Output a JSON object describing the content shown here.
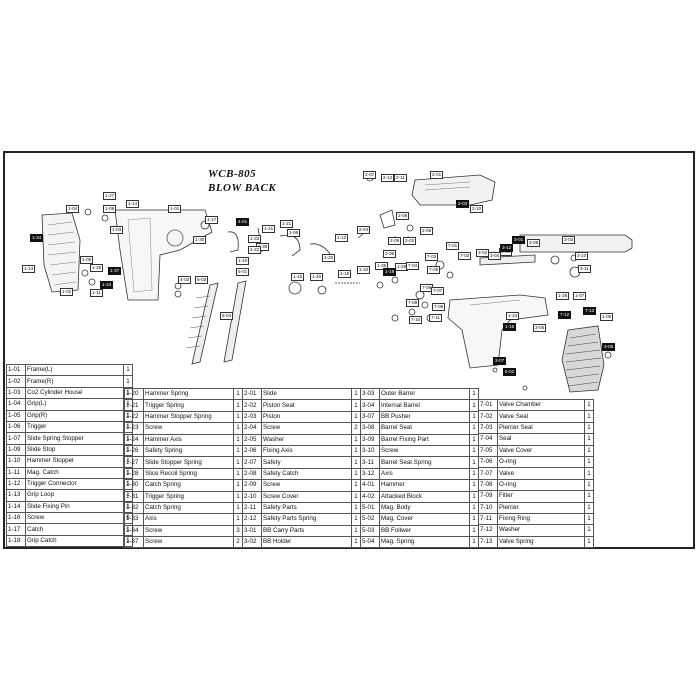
{
  "title": {
    "line1": "WCB-805",
    "line2": "BLOW BACK"
  },
  "tags": [
    {
      "t": "1-27"
    },
    {
      "t": "1-09"
    },
    {
      "t": "1-14"
    },
    {
      "t": "1-01"
    },
    {
      "t": "1-04"
    },
    {
      "t": "1-34"
    },
    {
      "t": "1-17"
    },
    {
      "t": "4-01"
    },
    {
      "t": "1-31"
    },
    {
      "t": "1-33"
    },
    {
      "t": "1-30"
    },
    {
      "t": "1-36"
    },
    {
      "t": "1-03"
    },
    {
      "t": "1-08"
    },
    {
      "t": "1-37"
    },
    {
      "t": "1-13"
    },
    {
      "t": "1-23"
    },
    {
      "t": "1-26"
    },
    {
      "t": "1-11"
    },
    {
      "t": "1-21"
    },
    {
      "t": "1-06"
    },
    {
      "t": "1-22"
    },
    {
      "t": "1-12"
    },
    {
      "t": "1-10"
    },
    {
      "t": "1-25"
    },
    {
      "t": "1-02"
    },
    {
      "t": "5-03"
    },
    {
      "t": "5-01"
    },
    {
      "t": "5-04"
    },
    {
      "t": "2-07"
    },
    {
      "t": "2-12"
    },
    {
      "t": "2-11"
    },
    {
      "t": "2-01"
    },
    {
      "t": "2-03"
    },
    {
      "t": "2-10"
    },
    {
      "t": "2-08"
    },
    {
      "t": "2-09"
    },
    {
      "t": "2-05"
    },
    {
      "t": "2-02"
    },
    {
      "t": "2-04"
    },
    {
      "t": "2-06"
    },
    {
      "t": "1-15"
    },
    {
      "t": "1-20"
    },
    {
      "t": "1-18"
    },
    {
      "t": "1-32"
    },
    {
      "t": "1-35"
    },
    {
      "t": "1-29"
    },
    {
      "t": "1-19"
    },
    {
      "t": "1-07"
    },
    {
      "t": "1-28"
    },
    {
      "t": "1-05"
    },
    {
      "t": "1-24"
    },
    {
      "t": "1-16"
    },
    {
      "t": "3-01"
    },
    {
      "t": "3-09"
    },
    {
      "t": "3-03"
    },
    {
      "t": "3-08"
    },
    {
      "t": "3-12"
    },
    {
      "t": "3-11"
    },
    {
      "t": "3-10"
    },
    {
      "t": "3-04"
    },
    {
      "t": "3-02"
    },
    {
      "t": "7-01"
    },
    {
      "t": "7-02"
    },
    {
      "t": "7-03"
    },
    {
      "t": "7-04"
    },
    {
      "t": "7-05"
    },
    {
      "t": "7-06"
    },
    {
      "t": "7-07"
    },
    {
      "t": "7-08"
    },
    {
      "t": "7-09"
    },
    {
      "t": "7-10"
    },
    {
      "t": "7-11"
    },
    {
      "t": "7-12"
    },
    {
      "t": "7-13"
    },
    {
      "t": "3-05"
    },
    {
      "t": "3-06"
    },
    {
      "t": "3-07"
    },
    {
      "t": "5-02"
    },
    {
      "t": "4-02"
    }
  ],
  "parts_columns": [
    [
      {
        "code": "1-01",
        "name": "Frame(L)",
        "qty": "1"
      },
      {
        "code": "1-02",
        "name": "Frame(R)",
        "qty": "1"
      },
      {
        "code": "1-03",
        "name": "Co2 Cylinder House",
        "qty": "1"
      },
      {
        "code": "1-04",
        "name": "Grip(L)",
        "qty": "1"
      },
      {
        "code": "1-05",
        "name": "Grip(R)",
        "qty": "1"
      },
      {
        "code": "1-06",
        "name": "Trigger",
        "qty": "1"
      },
      {
        "code": "1-07",
        "name": "Slide Spring Stopper",
        "qty": "1"
      },
      {
        "code": "1-09",
        "name": "Slide Stop",
        "qty": "1"
      },
      {
        "code": "1-10",
        "name": "Hammer Stopper",
        "qty": "1"
      },
      {
        "code": "1-11",
        "name": "Mag. Catch",
        "qty": "1"
      },
      {
        "code": "1-12",
        "name": "Trigger Connector",
        "qty": "1"
      },
      {
        "code": "1-13",
        "name": "Grip  Loop",
        "qty": "1"
      },
      {
        "code": "1-14",
        "name": "Slide Fixing Pin",
        "qty": "1"
      },
      {
        "code": "1-16",
        "name": "Screw",
        "qty": "6"
      },
      {
        "code": "1-17",
        "name": "Catch",
        "qty": "1"
      },
      {
        "code": "1-18",
        "name": "Grip Catch",
        "qty": "1"
      }
    ],
    [
      {
        "code": "1-20",
        "name": "Hammer Spring",
        "qty": "1"
      },
      {
        "code": "1-21",
        "name": "Trigger Spring",
        "qty": "1"
      },
      {
        "code": "1-22",
        "name": "Hammer Stopper Spring",
        "qty": "1"
      },
      {
        "code": "1-23",
        "name": "Screw",
        "qty": "1"
      },
      {
        "code": "1-24",
        "name": "Hammer Axis",
        "qty": "1"
      },
      {
        "code": "1-26",
        "name": "Safety Spring",
        "qty": "1"
      },
      {
        "code": "1-27",
        "name": "Slide Stopper Spring",
        "qty": "1"
      },
      {
        "code": "1-28",
        "name": "Slice Recoil Spring",
        "qty": "1"
      },
      {
        "code": "1-30",
        "name": "Catch Spring",
        "qty": "1"
      },
      {
        "code": "1-31",
        "name": "Trigger Spring",
        "qty": "1"
      },
      {
        "code": "1-32",
        "name": "Catch Spring",
        "qty": "1"
      },
      {
        "code": "1-33",
        "name": "Axis",
        "qty": "1"
      },
      {
        "code": "1-34",
        "name": "Screw",
        "qty": "3"
      },
      {
        "code": "1-37",
        "name": "Screw",
        "qty": "2"
      }
    ],
    [
      {
        "code": "2-01",
        "name": "Slide",
        "qty": "1"
      },
      {
        "code": "2-02",
        "name": "Piston Seat",
        "qty": "1"
      },
      {
        "code": "2-03",
        "name": "Piston",
        "qty": "1"
      },
      {
        "code": "2-04",
        "name": "Screw",
        "qty": "2"
      },
      {
        "code": "2-05",
        "name": "Washer",
        "qty": "1"
      },
      {
        "code": "2-06",
        "name": "Fixing Axis",
        "qty": "1"
      },
      {
        "code": "2-07",
        "name": "Safety",
        "qty": "1"
      },
      {
        "code": "2-08",
        "name": "Safety Catch",
        "qty": "1"
      },
      {
        "code": "2-09",
        "name": "Screw",
        "qty": "1"
      },
      {
        "code": "2-10",
        "name": "Screw Cover",
        "qty": "1"
      },
      {
        "code": "2-11",
        "name": "Safety Parts",
        "qty": "1"
      },
      {
        "code": "2-12",
        "name": "Safety Parts Spring",
        "qty": "1"
      },
      {
        "code": "3-01",
        "name": "BB Carry Parts",
        "qty": "1"
      },
      {
        "code": "3-02",
        "name": "BB Holder",
        "qty": "1"
      }
    ],
    [
      {
        "code": "3-03",
        "name": "Outer Barrel",
        "qty": "1"
      },
      {
        "code": "3-04",
        "name": "Internal Barrel",
        "qty": "1"
      },
      {
        "code": "3-07",
        "name": "BB Pusher",
        "qty": "1"
      },
      {
        "code": "3-08",
        "name": "Barrel Seat",
        "qty": "1"
      },
      {
        "code": "3-09",
        "name": "Barrel Fixing Part",
        "qty": "1"
      },
      {
        "code": "3-10",
        "name": "Screw",
        "qty": "1"
      },
      {
        "code": "3-11",
        "name": "Barrel Seat Spring",
        "qty": "1"
      },
      {
        "code": "3-12",
        "name": "Axis",
        "qty": "1"
      },
      {
        "code": "4-01",
        "name": "Hammer",
        "qty": "1"
      },
      {
        "code": "4-02",
        "name": "Attacked Block",
        "qty": "1"
      },
      {
        "code": "5-01",
        "name": "Mag. Body",
        "qty": "1"
      },
      {
        "code": "5-02",
        "name": "Mag. Cover",
        "qty": "1"
      },
      {
        "code": "5-03",
        "name": "BB Follwer",
        "qty": "1"
      },
      {
        "code": "5-04",
        "name": "Mag. Spring",
        "qty": "1"
      }
    ],
    [
      {
        "code": "7-01",
        "name": "Valve Chamber",
        "qty": "1"
      },
      {
        "code": "7-02",
        "name": "Valve Seal",
        "qty": "1"
      },
      {
        "code": "7-03",
        "name": "Piercer Seal",
        "qty": "1"
      },
      {
        "code": "7-04",
        "name": "Seal",
        "qty": "1"
      },
      {
        "code": "7-05",
        "name": "Valve Cover",
        "qty": "1"
      },
      {
        "code": "7-06",
        "name": "O-ring",
        "qty": "1"
      },
      {
        "code": "7-07",
        "name": "Valve",
        "qty": "1"
      },
      {
        "code": "7-08",
        "name": "O-ring",
        "qty": "1"
      },
      {
        "code": "7-09",
        "name": "Filter",
        "qty": "1"
      },
      {
        "code": "7-10",
        "name": "Piercer",
        "qty": "1"
      },
      {
        "code": "7-11",
        "name": "Fixing Ring",
        "qty": "1"
      },
      {
        "code": "7-12",
        "name": "Washer",
        "qty": "1"
      },
      {
        "code": "7-13",
        "name": "Valve Spring",
        "qty": "1"
      }
    ]
  ]
}
